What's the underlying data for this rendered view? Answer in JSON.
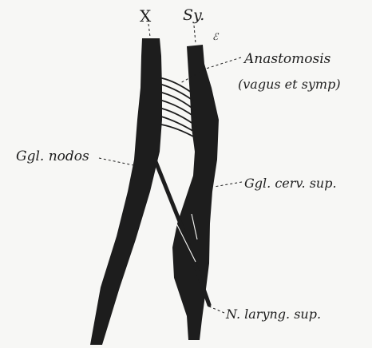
{
  "figure": {
    "labels": {
      "vagus": "X",
      "sympathetic": "Sy.",
      "mark": "ℰ",
      "anastomosis_line1": "Anastomosis",
      "anastomosis_line2": "(vagus et symp)",
      "ganglion_nodosum": "Ggl. nodos",
      "ganglion_cervical_superior": "Ggl. cerv. sup.",
      "superior_laryngeal_nerve": "N. laryng. sup."
    },
    "colors": {
      "ink": "#1d1d1d",
      "paper": "#f7f7f5"
    }
  }
}
